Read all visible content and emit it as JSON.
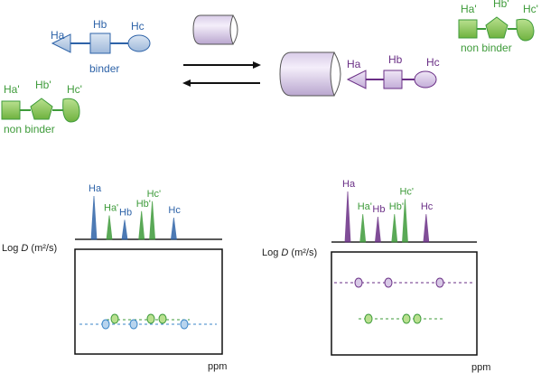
{
  "colors": {
    "blue": "#2e63a8",
    "green": "#3e9b3a",
    "purple": "#6a2f86",
    "blue_fill": "#b8cce4",
    "green_fill": "#9ccf6a",
    "purple_fill": "#d8c9e6",
    "receptor_fill": "#e5dcef"
  },
  "left_scheme": {
    "binder_labels": [
      "Ha",
      "Hb",
      "Hc"
    ],
    "binder_caption": "binder",
    "nonbinder_labels": [
      "Ha'",
      "Hb'",
      "Hc'"
    ],
    "nonbinder_caption": "non binder"
  },
  "right_scheme": {
    "bound_labels": [
      "Ha",
      "Hb",
      "Hc"
    ],
    "nonbinder_labels": [
      "Ha'",
      "Hb'",
      "Hc'"
    ],
    "nonbinder_caption": "non binder"
  },
  "spectra": {
    "left": {
      "peaks": [
        {
          "label": "Ha",
          "ppm": 1.0,
          "height": 1.0,
          "color": "blue"
        },
        {
          "label": "Ha'",
          "ppm": 2.0,
          "height": 0.55,
          "color": "green"
        },
        {
          "label": "Hb",
          "ppm": 3.0,
          "height": 0.45,
          "color": "blue"
        },
        {
          "label": "Hb'",
          "ppm": 4.1,
          "height": 0.65,
          "color": "green"
        },
        {
          "label": "Hc'",
          "ppm": 4.8,
          "height": 0.88,
          "color": "green"
        },
        {
          "label": "Hc",
          "ppm": 6.2,
          "height": 0.5,
          "color": "blue"
        }
      ]
    },
    "right": {
      "peaks": [
        {
          "label": "Ha",
          "ppm": 1.0,
          "height": 1.0,
          "color": "purple"
        },
        {
          "label": "Ha'",
          "ppm": 2.0,
          "height": 0.55,
          "color": "green"
        },
        {
          "label": "Hb",
          "ppm": 3.0,
          "height": 0.5,
          "color": "purple"
        },
        {
          "label": "Hb'",
          "ppm": 4.1,
          "height": 0.55,
          "color": "green"
        },
        {
          "label": "Hc'",
          "ppm": 4.8,
          "height": 0.85,
          "color": "green"
        },
        {
          "label": "Hc",
          "ppm": 6.2,
          "height": 0.55,
          "color": "purple"
        }
      ]
    }
  },
  "dosy": {
    "y_label_prefix": "Log ",
    "y_label_var": "D",
    "y_label_unit": " (m²/s)",
    "x_label": "ppm"
  }
}
